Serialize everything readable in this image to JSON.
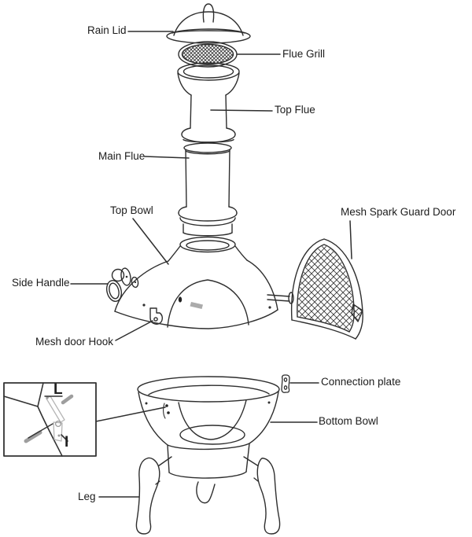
{
  "diagram": {
    "title": "chiminea-exploded-parts-diagram",
    "labels": {
      "rain_lid": "Rain Lid",
      "flue_grill": "Flue Grill",
      "top_flue": "Top Flue",
      "main_flue": "Main Flue",
      "top_bowl": "Top Bowl",
      "mesh_spark_guard_door": "Mesh Spark Guard Door",
      "side_handle": "Side Handle",
      "mesh_door_hook": "Mesh door Hook",
      "connection_plate": "Connection plate",
      "bottom_bowl": "Bottom Bowl",
      "leg": "Leg",
      "inset_label_top": "L",
      "inset_label_bottom": "I"
    },
    "colors": {
      "line": "#2e2e2e",
      "text": "#1c1c1c",
      "screw_gray": "#a0a0a0",
      "background": "#ffffff"
    }
  }
}
